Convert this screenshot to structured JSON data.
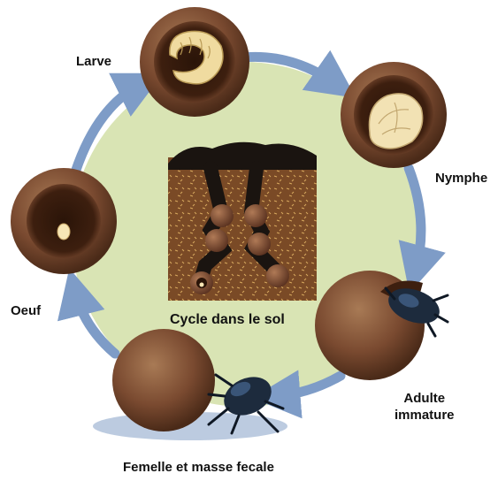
{
  "stages": {
    "larve": "Larve",
    "nymphe": "Nymphe",
    "adulte_line1": "Adulte",
    "adulte_line2": "immature",
    "femelle": "Femelle et masse fecale",
    "oeuf": "Oeuf"
  },
  "center_caption": "Cycle dans le sol",
  "colors": {
    "background_disc": "#d9e4b4",
    "cycle_arrow": "#7e9cc7",
    "soil": "#7a4a26",
    "dung_ball": "#7a4a30",
    "beetle": "#1d2b3d"
  }
}
